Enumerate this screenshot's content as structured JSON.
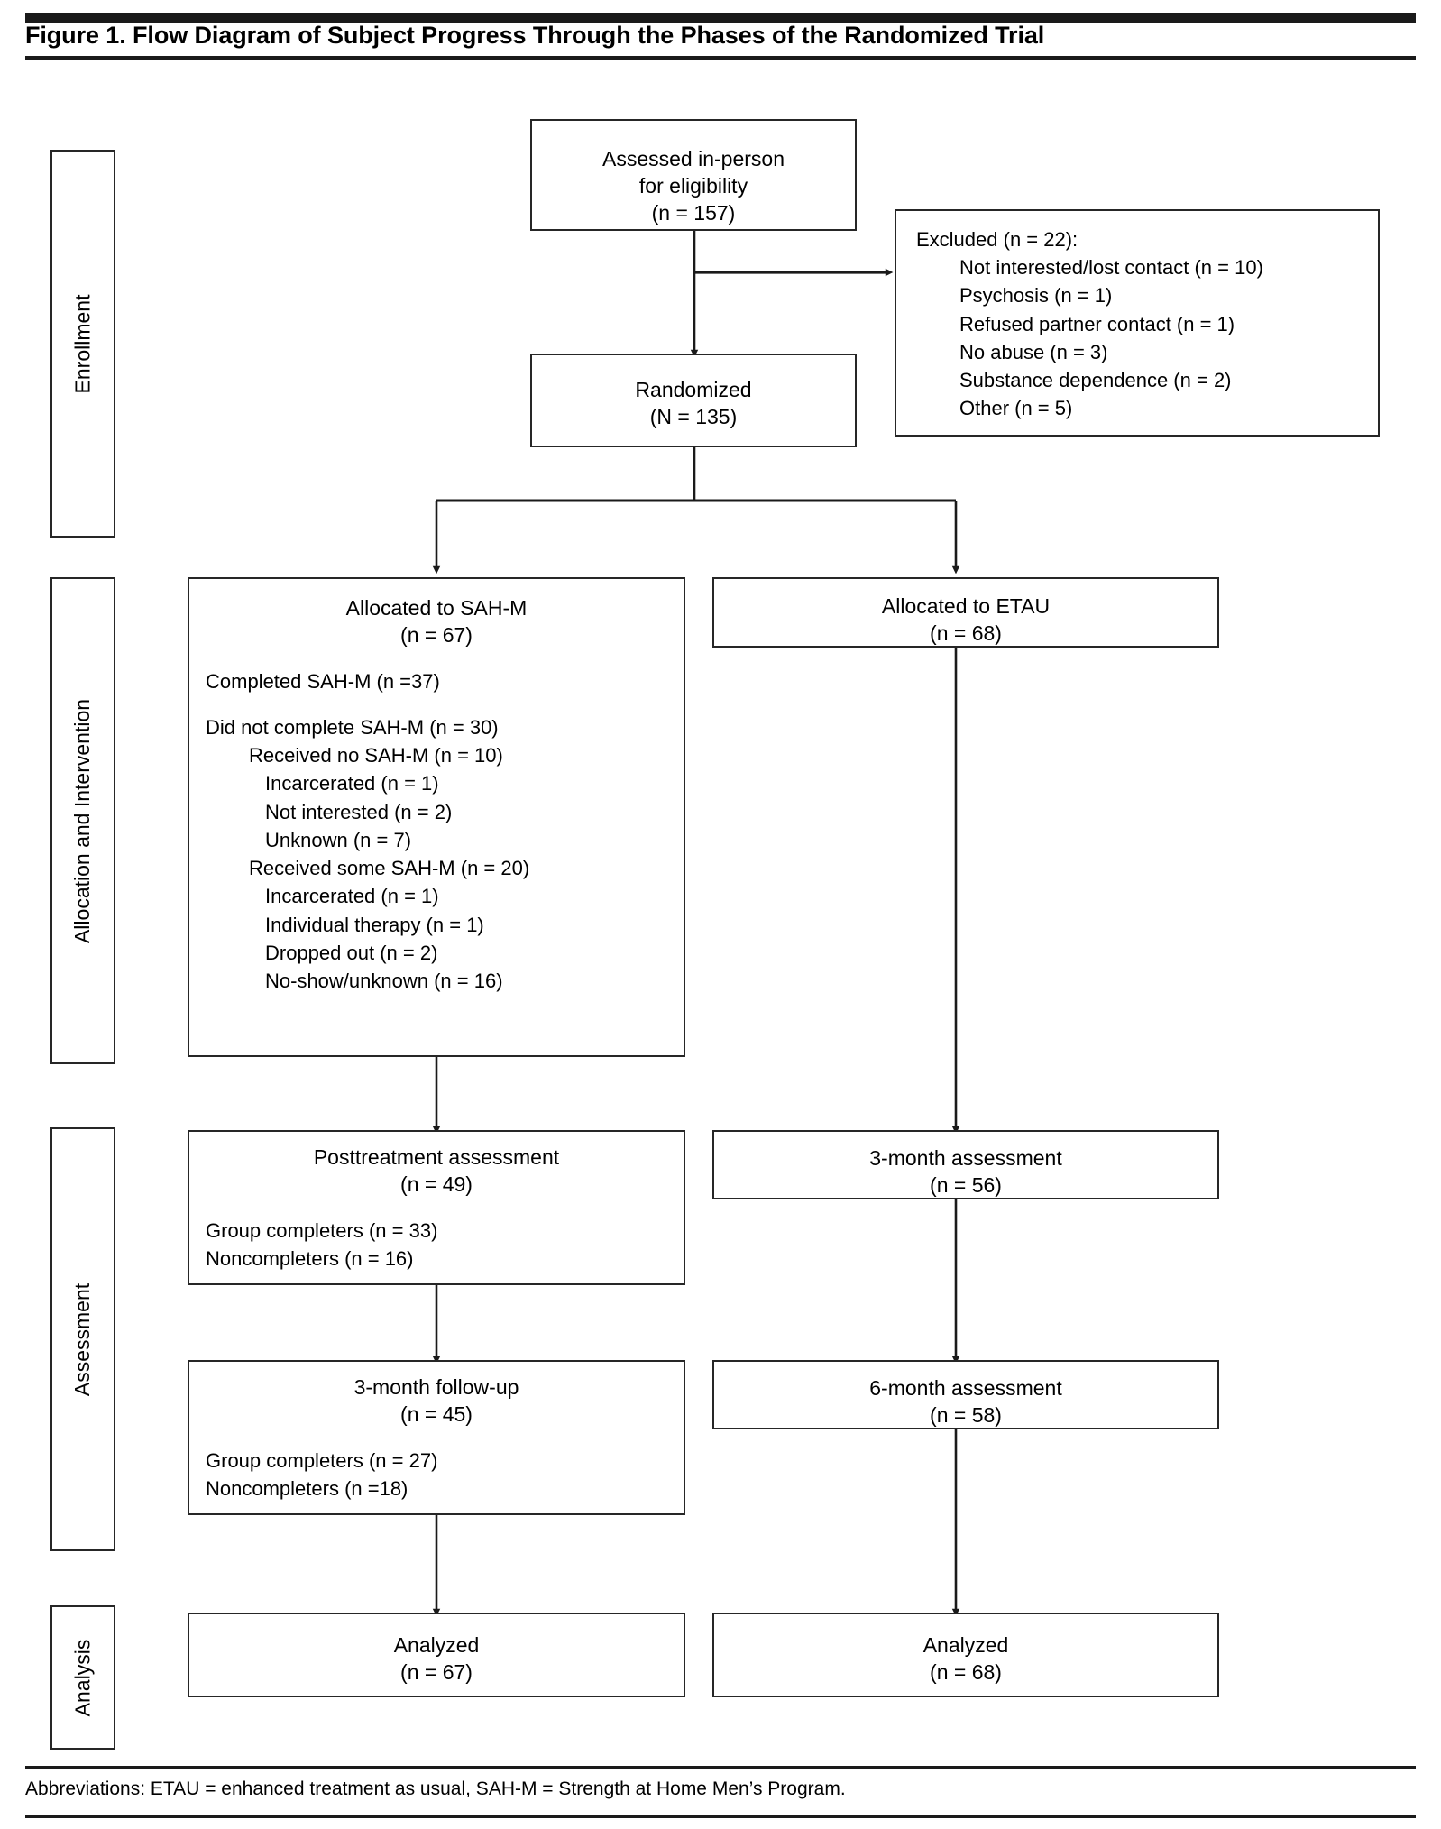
{
  "figure": {
    "title": "Figure 1. Flow Diagram of Subject Progress Through the Phases of the Randomized Trial",
    "footnote": "Abbreviations: ETAU = enhanced treatment as usual, SAH-M = Strength at Home Men’s Program."
  },
  "stages": [
    {
      "id": "enrollment",
      "label": "Enrollment"
    },
    {
      "id": "allocation",
      "label": "Allocation and Intervention"
    },
    {
      "id": "assessment",
      "label": "Assessment"
    },
    {
      "id": "analysis",
      "label": "Analysis"
    }
  ],
  "nodes": {
    "assessed": {
      "head": [
        "Assessed in-person",
        "for eligibility",
        "(n = 157)"
      ],
      "body": []
    },
    "excluded": {
      "head": [],
      "body": [
        {
          "text": "Excluded (n = 22):",
          "indent": 0
        },
        {
          "text": "Not interested/lost contact (n = 10)",
          "indent": 1
        },
        {
          "text": "Psychosis (n = 1)",
          "indent": 1
        },
        {
          "text": "Refused partner contact (n = 1)",
          "indent": 1
        },
        {
          "text": "No abuse (n = 3)",
          "indent": 1
        },
        {
          "text": "Substance dependence (n = 2)",
          "indent": 1
        },
        {
          "text": "Other (n = 5)",
          "indent": 1
        }
      ]
    },
    "randomized": {
      "head": [
        "Randomized",
        "(N = 135)"
      ],
      "body": []
    },
    "alloc_sahm": {
      "head": [
        "Allocated to  SAH-M",
        "(n = 67)"
      ],
      "body": [
        {
          "text": "Completed SAH-M (n =37)",
          "indent": 0,
          "space_before": true
        },
        {
          "text": "Did not complete SAH-M (n = 30)",
          "indent": 0,
          "space_before": true
        },
        {
          "text": "Received no SAH-M (n = 10)",
          "indent": 1
        },
        {
          "text": "Incarcerated (n = 1)",
          "indent": 2
        },
        {
          "text": "Not interested (n = 2)",
          "indent": 2
        },
        {
          "text": "Unknown (n = 7)",
          "indent": 2
        },
        {
          "text": "Received some SAH-M (n = 20)",
          "indent": 1
        },
        {
          "text": "Incarcerated (n = 1)",
          "indent": 2
        },
        {
          "text": "Individual therapy (n = 1)",
          "indent": 2
        },
        {
          "text": "Dropped out (n = 2)",
          "indent": 2
        },
        {
          "text": "No-show/unknown (n = 16)",
          "indent": 2
        }
      ]
    },
    "alloc_etau": {
      "head": [
        "Allocated to ETAU",
        "(n = 68)"
      ],
      "body": []
    },
    "post_sahm": {
      "head": [
        "Posttreatment assessment",
        "(n = 49)"
      ],
      "body": [
        {
          "text": "Group completers (n = 33)",
          "indent": 0,
          "space_before": true
        },
        {
          "text": "Noncompleters (n = 16)",
          "indent": 0
        }
      ]
    },
    "m3_etau": {
      "head": [
        "3-month assessment",
        "(n = 56)"
      ],
      "body": []
    },
    "m3_sahm": {
      "head": [
        "3-month follow-up",
        "(n = 45)"
      ],
      "body": [
        {
          "text": "Group completers (n = 27)",
          "indent": 0,
          "space_before": true
        },
        {
          "text": "Noncompleters (n =18)",
          "indent": 0
        }
      ]
    },
    "m6_etau": {
      "head": [
        "6-month assessment",
        "(n = 58)"
      ],
      "body": []
    },
    "analyzed_sahm": {
      "head": [
        "Analyzed",
        "(n = 67)"
      ],
      "body": []
    },
    "analyzed_etau": {
      "head": [
        "Analyzed",
        "(n = 68)"
      ],
      "body": []
    }
  },
  "colors": {
    "ink": "#000000",
    "stroke": "#262626",
    "rule": "#1a1a1a",
    "paper": "#ffffff"
  },
  "chart_data": {
    "type": "diagram",
    "title": "CONSORT flow diagram of subject progress through the phases of the randomized trial",
    "phases": [
      "Enrollment",
      "Allocation and Intervention",
      "Assessment",
      "Analysis"
    ],
    "counts": {
      "assessed_for_eligibility": 157,
      "excluded_total": 22,
      "excluded_breakdown": {
        "not_interested_or_lost_contact": 10,
        "psychosis": 1,
        "refused_partner_contact": 1,
        "no_abuse": 3,
        "substance_dependence": 2,
        "other": 5
      },
      "randomized": 135,
      "allocated_sahm": 67,
      "allocated_etau": 68,
      "completed_sahm": 37,
      "did_not_complete_sahm": 30,
      "received_no_sahm": 10,
      "received_no_sahm_breakdown": {
        "incarcerated": 1,
        "not_interested": 2,
        "unknown": 7
      },
      "received_some_sahm": 20,
      "received_some_sahm_breakdown": {
        "incarcerated": 1,
        "individual_therapy": 1,
        "dropped_out": 2,
        "no_show_unknown": 16
      },
      "sahm_posttreatment_assessment": 49,
      "sahm_posttreatment_group_completers": 33,
      "sahm_posttreatment_noncompleters": 16,
      "sahm_3month_followup": 45,
      "sahm_3month_group_completers": 27,
      "sahm_3month_noncompleters": 18,
      "etau_3month_assessment": 56,
      "etau_6month_assessment": 58,
      "analyzed_sahm": 67,
      "analyzed_etau": 68
    }
  }
}
